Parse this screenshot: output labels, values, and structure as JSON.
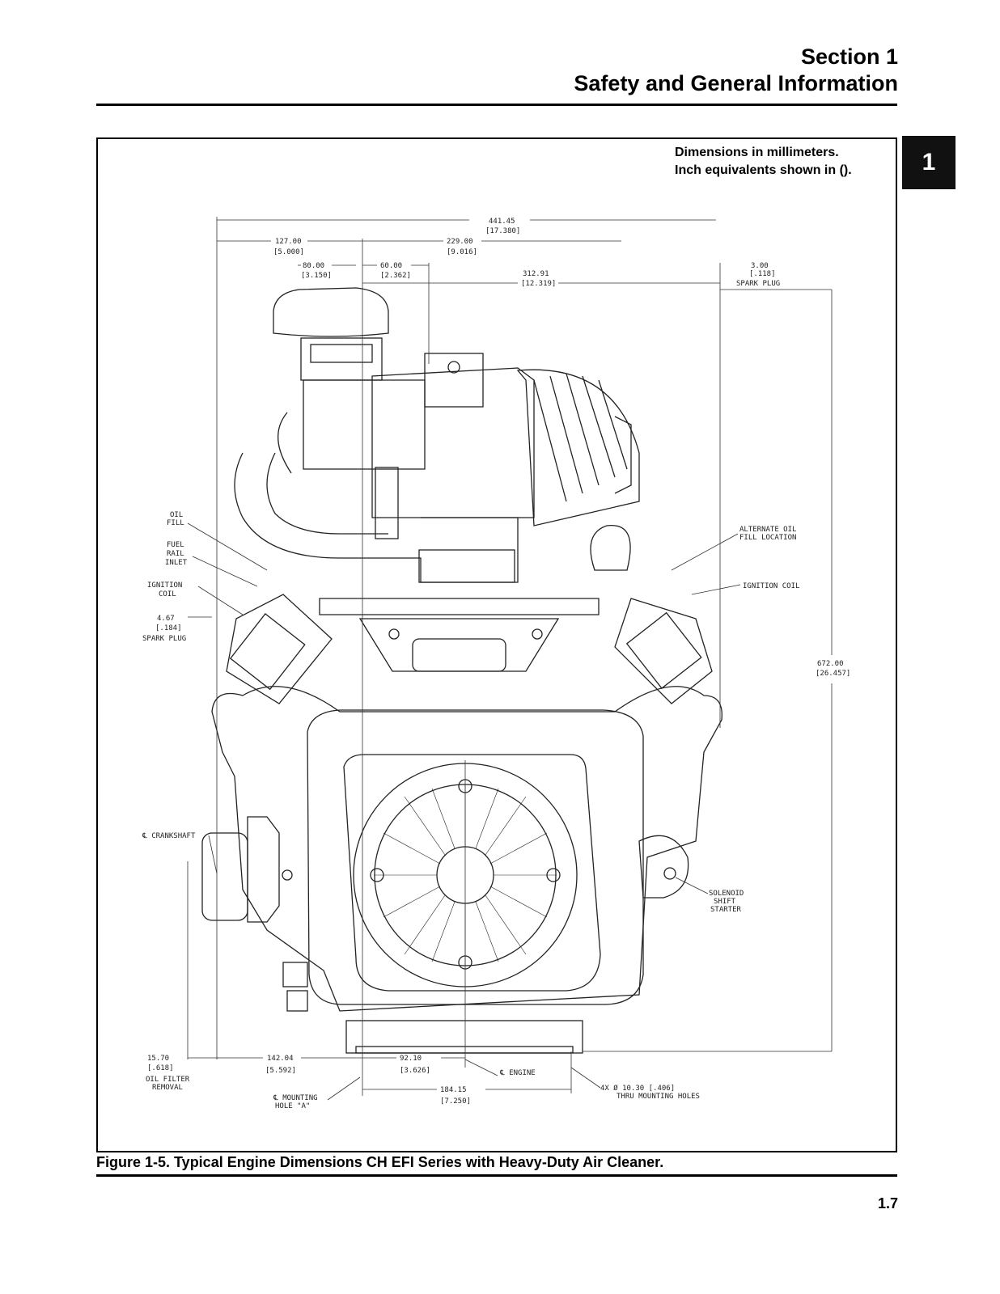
{
  "header": {
    "section": "Section 1",
    "title": "Safety and General Information"
  },
  "tab_number": "1",
  "figure": {
    "note_line1": "Dimensions in millimeters.",
    "note_line2": "Inch equivalents shown in ().",
    "caption": "Figure 1-5. Typical Engine Dimensions CH EFI Series with Heavy-Duty Air Cleaner."
  },
  "dimensions": {
    "d441": "441.45",
    "d441_in": "[17.380]",
    "d127": "127.00",
    "d127_in": "[5.000]",
    "d229": "229.00",
    "d229_in": "[9.016]",
    "d80a": "80.00",
    "d80a_in": "[3.150]",
    "d60": "60.00",
    "d60_in": "[2.362]",
    "d312": "312.91",
    "d312_in": "[12.319]",
    "d3": "3.00",
    "d3_in": "[.118]",
    "d467": "4.67",
    "d467_in": "[.184]",
    "d672": "672.00",
    "d672_in": "[26.457]",
    "d15": "15.70",
    "d15_in": "[.618]",
    "d142": "142.04",
    "d142_in": "[5.592]",
    "d92": "92.10",
    "d92_in": "[3.626]",
    "d184": "184.15",
    "d184_in": "[7.250]",
    "d4x": "4X  Ø 10.30 [.406]",
    "thru": "THRU MOUNTING HOLES"
  },
  "callouts": {
    "spark_plug_top": "SPARK PLUG",
    "oil": "OIL",
    "fill": "FILL",
    "fuel": "FUEL",
    "rail": "RAIL",
    "inlet": "INLET",
    "ignition": "IGNITION",
    "coil": "COIL",
    "spark_plug_left": "SPARK PLUG",
    "alt_oil_1": "ALTERNATE OIL",
    "alt_oil_2": "FILL LOCATION",
    "ignition_coil_right": "IGNITION COIL",
    "crankshaft": "℄ CRANKSHAFT",
    "solenoid": "SOLENOID",
    "shift": "SHIFT",
    "starter": "STARTER",
    "oil_filter_1": "OIL FILTER",
    "oil_filter_2": "REMOVAL",
    "engine_cl": "℄ ENGINE",
    "mounting_1": "℄ MOUNTING",
    "mounting_2": "HOLE \"A\""
  },
  "page_number": "1.7"
}
